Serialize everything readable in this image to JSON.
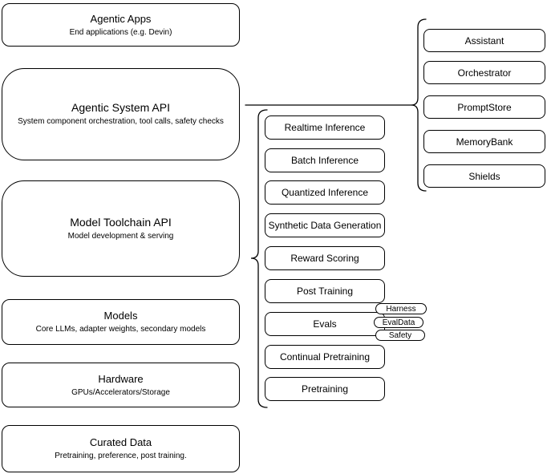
{
  "colors": {
    "stroke": "#000000",
    "fill": "#ffffff",
    "background": "#ffffff"
  },
  "left_boxes": [
    {
      "title": "Agentic Apps",
      "subtitle": "End applications (e.g. Devin)"
    },
    {
      "title": "Agentic System API",
      "subtitle": "System component orchestration, tool calls, safety checks"
    },
    {
      "title": "Model Toolchain API",
      "subtitle": "Model development & serving"
    },
    {
      "title": "Models",
      "subtitle": "Core LLMs, adapter weights, secondary models"
    },
    {
      "title": "Hardware",
      "subtitle": "GPUs/Accelerators/Storage"
    },
    {
      "title": "Curated Data",
      "subtitle": "Pretraining, preference, post training."
    }
  ],
  "middle_boxes": [
    {
      "label": "Realtime Inference"
    },
    {
      "label": "Batch Inference"
    },
    {
      "label": "Quantized Inference"
    },
    {
      "label": "Synthetic Data Generation"
    },
    {
      "label": "Reward Scoring"
    },
    {
      "label": "Post Training"
    },
    {
      "label": "Evals"
    },
    {
      "label": "Continual Pretraining"
    },
    {
      "label": "Pretraining"
    }
  ],
  "eval_pills": [
    {
      "label": "Harness"
    },
    {
      "label": "EvalData"
    },
    {
      "label": "Safety"
    }
  ],
  "right_boxes": [
    {
      "label": "Assistant"
    },
    {
      "label": "Orchestrator"
    },
    {
      "label": "PromptStore"
    },
    {
      "label": "MemoryBank"
    },
    {
      "label": "Shields"
    }
  ]
}
